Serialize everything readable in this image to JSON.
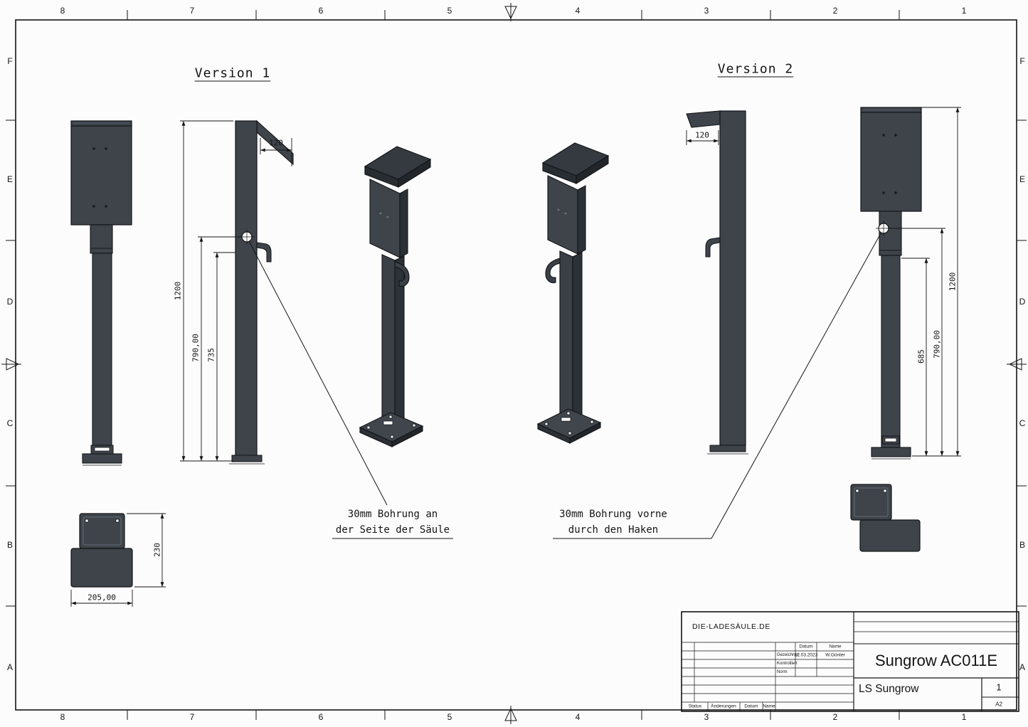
{
  "sheet": {
    "zones_top": [
      "8",
      "7",
      "6",
      "5",
      "4",
      "3",
      "2",
      "1"
    ],
    "zones_bottom": [
      "8",
      "7",
      "6",
      "5",
      "4",
      "3",
      "2",
      "1"
    ],
    "zones_left": [
      "F",
      "E",
      "D",
      "C",
      "B",
      "A"
    ],
    "zones_right": [
      "F",
      "E",
      "D",
      "C",
      "B",
      "A"
    ]
  },
  "views": {
    "version1_title": "Version 1",
    "version2_title": "Version 2"
  },
  "dimensions": {
    "v1_bracket_depth": "120",
    "v1_total_height": "1200",
    "v1_hole_height": "790,00",
    "v1_hook_height": "735",
    "v2_bracket_depth": "120",
    "v2_total_height": "1200",
    "v2_hole_height": "790,00",
    "v2_hook_height": "685",
    "base_height": "230",
    "base_width": "205,00"
  },
  "annotations": {
    "v1_hole_line1": "30mm Bohrung an",
    "v1_hole_line2": "der Seite der Säule",
    "v2_hole_line1": "30mm Bohrung vorne",
    "v2_hole_line2": "durch den Haken"
  },
  "title_block": {
    "company": "DIE-LADESÄULE.DE",
    "col_datum": "Datum",
    "col_name": "Name",
    "row_drawn_label": "Gezeichnet",
    "row_drawn_date": "12.03.2023",
    "row_drawn_name": "W.Günter",
    "row_checked_label": "Kontrolliert",
    "row_norm_label": "Norm",
    "footer_status": "Status",
    "footer_changes": "Änderungen",
    "footer_date": "Datum",
    "footer_name": "Name",
    "drawing_title": "Sungrow AC011E",
    "drawing_subtitle": "LS Sungrow",
    "sheet_number": "1",
    "paper_format": "A2"
  },
  "colors": {
    "steel_dark": "#3f444b",
    "line": "#141414"
  }
}
